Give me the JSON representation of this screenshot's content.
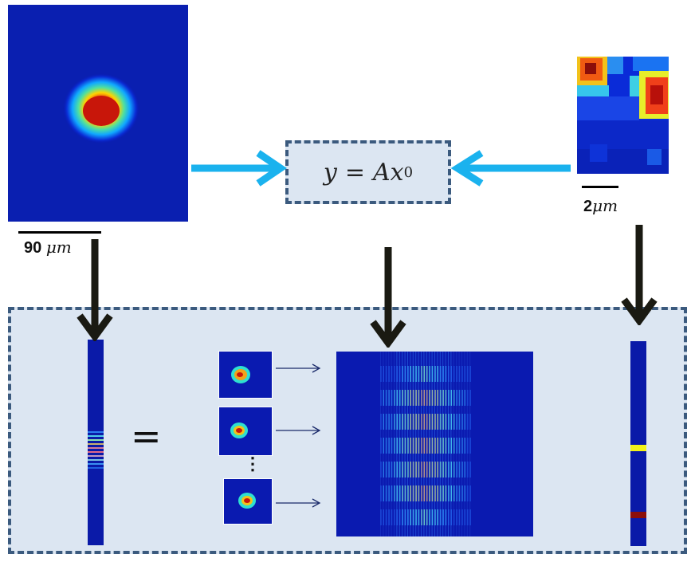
{
  "colors": {
    "panel_bg": "#dce6f2",
    "panel_border": "#3b5a7e",
    "arrow_blue": "#1ab2ee",
    "arrow_dark": "#1a1a12",
    "colormap_low": "#00007f",
    "colormap_high": "#7f0000"
  },
  "equation": {
    "lhs": "y",
    "equals": "=",
    "rhs": "Ax",
    "rhs_subscript": "0"
  },
  "scalebar_left": {
    "number": "90",
    "unit": "μm"
  },
  "scalebar_right": {
    "number": "2",
    "unit": "μm"
  },
  "matrix_equation": {
    "equals": "=",
    "ellipsis": "⋮"
  },
  "icons": [
    "right-arrow-icon",
    "left-arrow-icon",
    "down-arrow-icon",
    "thin-right-arrow-icon"
  ]
}
